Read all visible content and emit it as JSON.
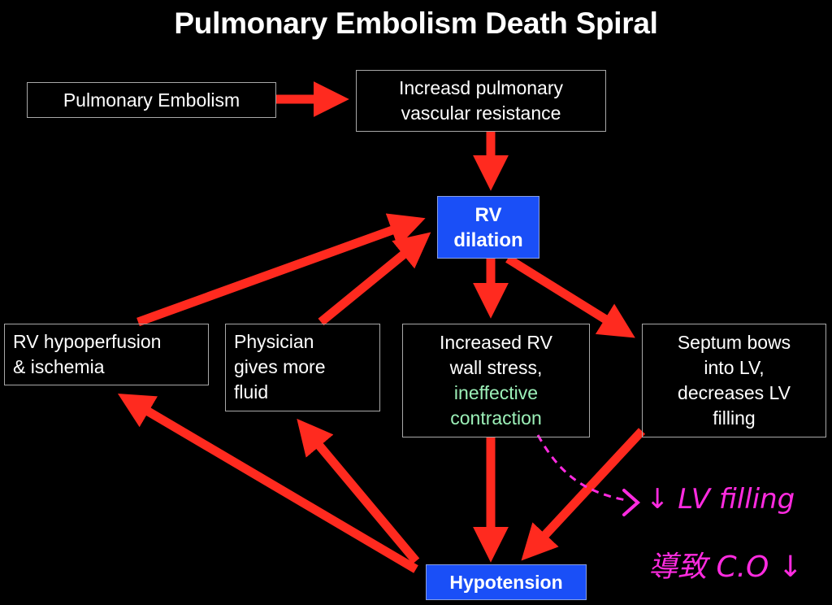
{
  "title": "Pulmonary Embolism Death Spiral",
  "nodes": {
    "pe": {
      "lines": [
        "Pulmonary Embolism"
      ]
    },
    "pvr": {
      "lines": [
        "Increasd pulmonary",
        "vascular resistance"
      ]
    },
    "rv_dilation": {
      "lines": [
        "RV",
        "dilation"
      ]
    },
    "hypoperfusion": {
      "lines": [
        "RV hypoperfusion",
        "& ischemia"
      ]
    },
    "fluid": {
      "lines": [
        "Physician",
        "gives more",
        "fluid"
      ]
    },
    "wall_stress": {
      "lines": [
        "Increased RV",
        "wall stress,"
      ],
      "highlight_lines": [
        "ineffective",
        "contraction"
      ]
    },
    "septum": {
      "lines": [
        "Septum bows",
        "into LV,",
        "decreases LV",
        "filling"
      ]
    },
    "hypotension": {
      "lines": [
        "Hypotension"
      ]
    }
  },
  "annotation": {
    "line1": "↓ LV filling",
    "line2": "導致 C.O ↓"
  },
  "colors": {
    "arrow": "#ff2a1f",
    "blue_node": "#1a4ff7",
    "highlight_text": "#9cf0b8",
    "annotation": "#ff2be0"
  }
}
